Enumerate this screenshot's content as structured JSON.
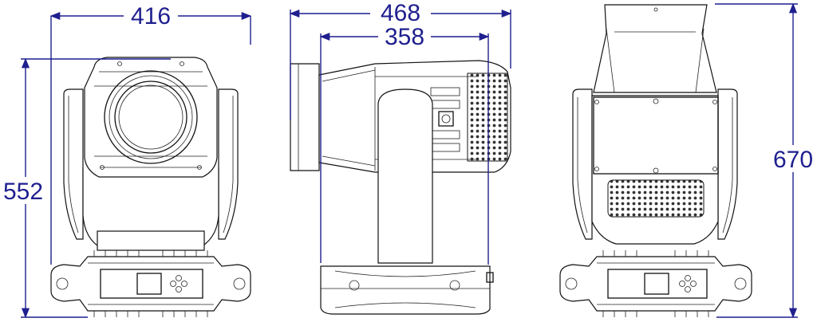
{
  "dimensions": {
    "front_width": "416",
    "front_height": "552",
    "side_total_width": "468",
    "side_body_width": "358",
    "rear_height": "670"
  },
  "colors": {
    "dimension_ink": "#1f1f8f",
    "line_ink": "#111111",
    "background": "#ffffff"
  }
}
